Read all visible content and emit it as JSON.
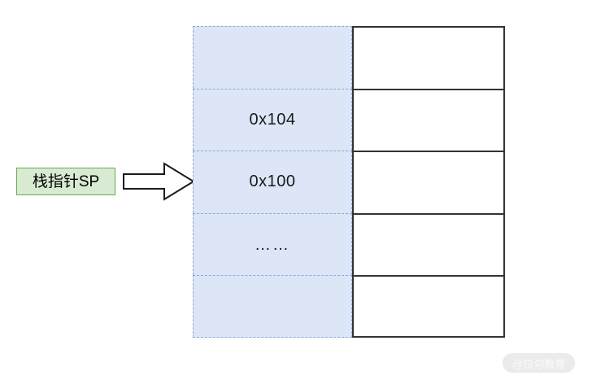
{
  "diagram": {
    "title": "stack-pointer-memory-diagram",
    "pointer": {
      "label": "栈指针SP",
      "box_fill": "#d9ead3",
      "box_border": "#6aa84f",
      "arrow_icon": "right-block-arrow-icon",
      "arrow_fill": "#ffffff",
      "arrow_stroke": "#1a1a1a",
      "points_to_row_index": 2
    },
    "memory": {
      "address_column_fill": "#dce6f7",
      "address_column_border": "#8ba9d6",
      "value_column_fill": "#ffffff",
      "value_column_border": "#333333",
      "rows": [
        {
          "address": "",
          "value": ""
        },
        {
          "address": "0x104",
          "value": ""
        },
        {
          "address": "0x100",
          "value": ""
        },
        {
          "address": "……",
          "value": ""
        },
        {
          "address": "",
          "value": ""
        }
      ]
    }
  },
  "watermark": {
    "text": "@拉勾教育",
    "background": "#ebebeb",
    "color": "#fbfbfb"
  }
}
